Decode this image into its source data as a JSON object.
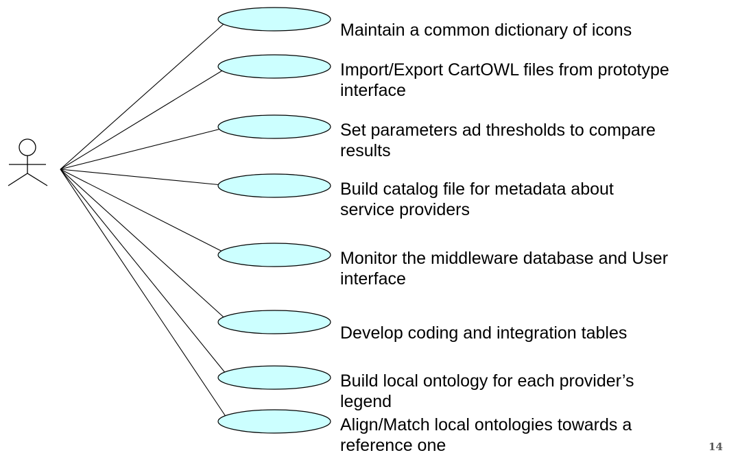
{
  "diagram": {
    "actor": {
      "icon": "stick-figure-actor-icon",
      "label": ""
    },
    "use_cases": [
      {
        "lines": [
          "Maintain a common dictionary of icons"
        ]
      },
      {
        "lines": [
          "Import/Export CartOWL files from prototype",
          "interface"
        ]
      },
      {
        "lines": [
          "Set parameters ad thresholds to compare",
          "results"
        ]
      },
      {
        "lines": [
          "Build catalog file for metadata about",
          "service providers"
        ]
      },
      {
        "lines": [
          "Monitor the middleware database and User",
          "interface"
        ]
      },
      {
        "lines": [
          "Develop coding and integration tables"
        ]
      },
      {
        "lines": [
          "Build local ontology for each provider’s",
          "legend"
        ]
      },
      {
        "lines": [
          "Align/Match local ontologies towards a",
          "reference one"
        ]
      }
    ],
    "colors": {
      "ellipse_fill": "#ccffff",
      "ellipse_stroke": "#000000",
      "line": "#000000"
    }
  },
  "slide_number": "14"
}
